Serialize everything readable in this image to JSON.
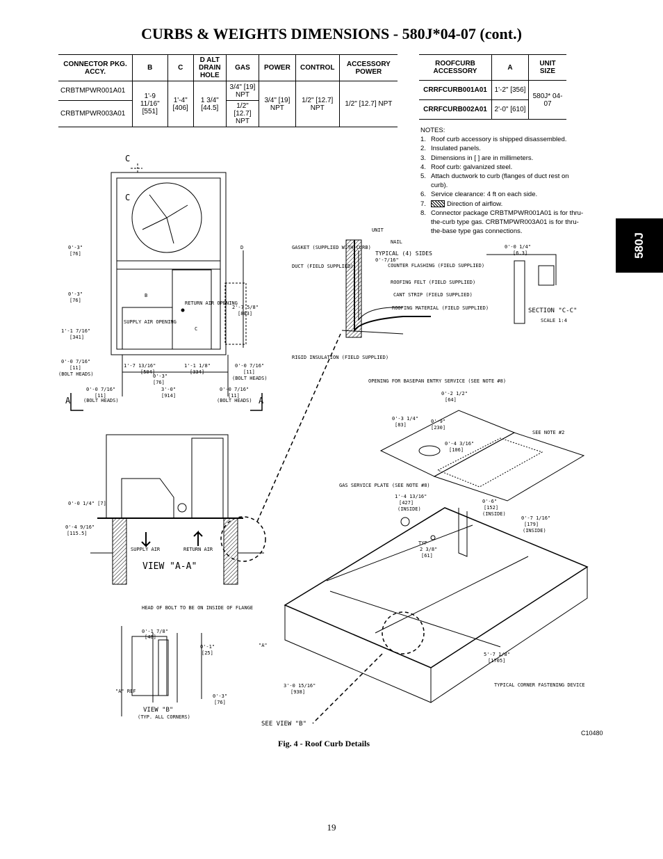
{
  "title": "CURBS & WEIGHTS DIMENSIONS - 580J*04-07 (cont.)",
  "connector_table": {
    "headers": [
      "CONNECTOR PKG. ACCY.",
      "B",
      "C",
      "D ALT DRAIN HOLE",
      "GAS",
      "POWER",
      "CONTROL",
      "ACCESSORY POWER"
    ],
    "rows": [
      {
        "pkg": "CRBTMPWR001A01",
        "gas": "3/4\" [19] NPT"
      },
      {
        "pkg": "CRBTMPWR003A01",
        "gas": "1/2\" [12.7] NPT"
      }
    ],
    "shared": {
      "b": "1'-9 11/16\" [551]",
      "c": "1'-4\" [406]",
      "d": "1 3/4\" [44.5]",
      "power": "3/4\" [19] NPT",
      "control": "1/2\" [12.7] NPT",
      "accessory_power": "1/2\" [12.7] NPT"
    }
  },
  "roofcurb_table": {
    "headers": [
      "ROOFCURB ACCESSORY",
      "A",
      "UNIT SIZE"
    ],
    "rows": [
      {
        "accessory": "CRRFCURB001A01",
        "a": "1'-2\" [356]"
      },
      {
        "accessory": "CRRFCURB002A01",
        "a": "2'-0\" [610]"
      }
    ],
    "unit_size": "580J* 04-07"
  },
  "notes": {
    "heading": "NOTES:",
    "items": [
      {
        "num": "1.",
        "text": "Roof curb accessory is shipped disassembled."
      },
      {
        "num": "2.",
        "text": "Insulated panels."
      },
      {
        "num": "3.",
        "text": "Dimensions in [ ] are in millimeters."
      },
      {
        "num": "4.",
        "text": "Roof curb: galvanized steel."
      },
      {
        "num": "5.",
        "text": "Attach ductwork to curb (flanges of duct rest on curb)."
      },
      {
        "num": "6.",
        "text": "Service clearance: 4 ft on each side."
      },
      {
        "num": "7.",
        "text": "Direction of airflow."
      },
      {
        "num": "8.",
        "text": "Connector package CRBTMPWR001A01 is for thru-the-curb type gas. CRBTMPWR003A01 is for thru-the-base type gas connections."
      }
    ]
  },
  "side_tab": "580J",
  "drawing_labels": {
    "section_c": "C",
    "section_a": "A",
    "b": "B",
    "c_dim": "C",
    "d": "D",
    "return_air": "RETURN AIR OPENING",
    "supply_air": "SUPPLY AIR OPENING",
    "dim_0_3": "0'-3\"",
    "dim_76": "[76]",
    "dim_1_7_7_16": "1'-1 7/16\"",
    "dim_341": "[341]",
    "dim_0_0_7_16": "0'-0 7/16\"",
    "dim_11": "[11]",
    "bolt_heads": "(BOLT HEADS)",
    "dim_1_7_13_16": "1'-7 13/16\"",
    "dim_504": "[504]",
    "dim_1_1_1_8": "1'-1 1/8\"",
    "dim_334": "[334]",
    "dim_3_0": "3'-0\"",
    "dim_914": "[914]",
    "dim_2_7_5_8": "2'-7 5/8\"",
    "dim_803": "[803]",
    "unit": "UNIT",
    "nail": "NAIL",
    "gasket": "GASKET (SUPPLIED WITH CURB)",
    "duct": "DUCT (FIELD SUPPLIED)",
    "typical_sides": "TYPICAL (4) SIDES",
    "counter_flashing": "COUNTER FLASHING (FIELD SUPPLIED)",
    "roofing_felt": "ROOFING FELT (FIELD SUPPLIED)",
    "cant_strip": "CANT STRIP (FIELD SUPPLIED)",
    "roofing_material": "ROOFING MATERIAL (FIELD SUPPLIED)",
    "rigid_insulation": "RIGID INSULATION (FIELD SUPPLIED)",
    "dim_0_7_16": "0'-7/16\"",
    "section_cc": "SECTION \"C-C\"",
    "scale": "SCALE 1:4",
    "dim_0_0_1_4": "0'-0 1/4\"",
    "dim_6_3": "[6.3]",
    "basepan_opening": "OPENING FOR BASEPAN ENTRY SERVICE (SEE NOTE #8)",
    "dim_0_2_1_2": "0'-2 1/2\"",
    "dim_64": "[64]",
    "dim_0_3_1_4": "0'-3 1/4\"",
    "dim_83": "[83]",
    "dim_0_9": "0'-9\"",
    "dim_230": "[230]",
    "dim_0_4_3_16": "0'-4 3/16\"",
    "dim_106": "[106]",
    "see_note_2": "SEE NOTE #2",
    "gas_service_plate": "GAS SERVICE PLATE (SEE NOTE #8)",
    "dim_1_4_13_16": "1'-4 13/16\"",
    "dim_427": "[427]",
    "inside": "(INSIDE)",
    "dim_0_6": "0'-6\"",
    "dim_152": "[152]",
    "dim_0_7_1_16": "0'-7 1/16\"",
    "dim_179": "[179]",
    "typ": "TYP",
    "dim_2_3_8": "2 3/8\"",
    "dim_61": "[61]",
    "view_aa": "VIEW \"A-A\"",
    "dim_0_0_1_4b": "0'-0 1/4\" [7]",
    "dim_0_4_9_16": "0'-4 9/16\"",
    "dim_115_5": "[115.5]",
    "supply_air_label": "SUPPLY AIR",
    "return_air_label": "RETURN AIR",
    "head_of_bolt": "HEAD OF BOLT TO BE ON INSIDE OF FLANGE",
    "dim_0_1_7_8": "0'-1 7/8\"",
    "dim_48": "[48]",
    "dim_0_1": "0'-1\"",
    "dim_25": "[25]",
    "dim_0_3b": "0'-3\"",
    "dim_76b": "[76]",
    "a_ref": "\"A\" REF",
    "view_b": "VIEW \"B\"",
    "typ_all_corners": "(TYP. ALL CORNERS)",
    "a_label": "\"A\"",
    "dim_3_0_15_16": "3'-0 15/16\"",
    "dim_938": "[938]",
    "dim_5_7_1_8": "5'-7 1/8\"",
    "dim_1705": "[1705]",
    "see_view_b": "SEE VIEW \"B\"",
    "corner_device": "TYPICAL CORNER FASTENING DEVICE"
  },
  "figure_caption": "Fig. 4 - Roof Curb Details",
  "figure_code": "C10480",
  "page_number": "19"
}
